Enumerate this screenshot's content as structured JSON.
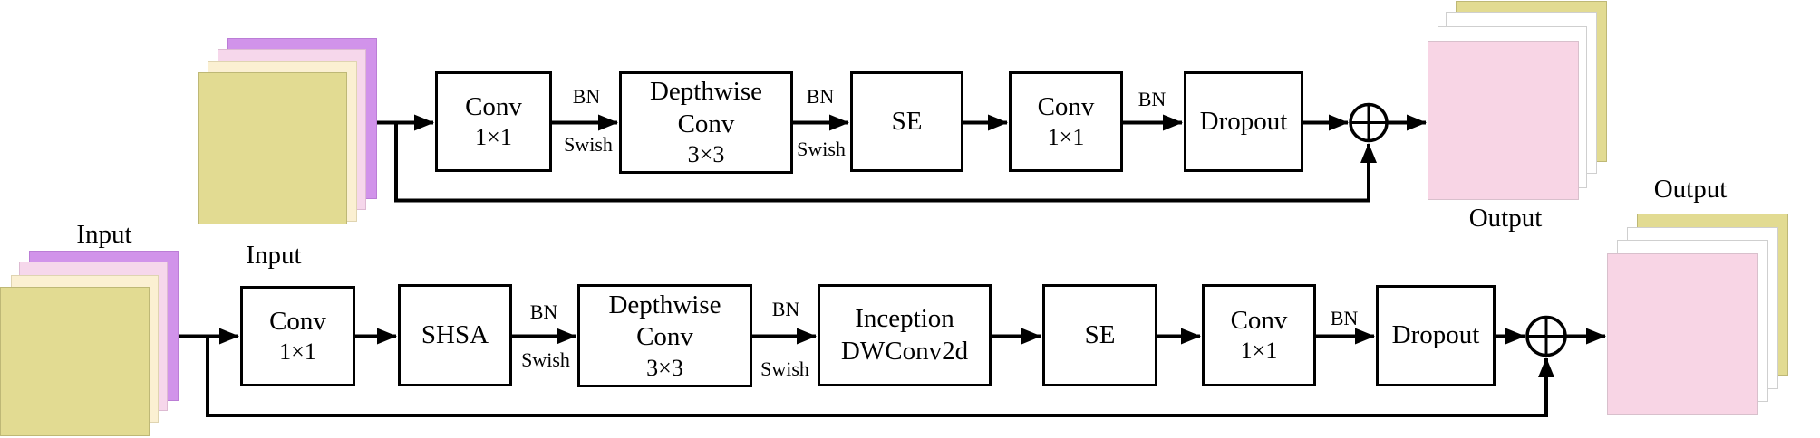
{
  "figure": {
    "colors": {
      "feature_purple": "#d193ea",
      "feature_pink": "#f6d7eb",
      "feature_cream": "#fbf0d2",
      "feature_yellow": "#e2db92",
      "feature_white": "#ffffff",
      "output_pink": "#f8d5e5",
      "line_black": "#000000"
    },
    "icons": {
      "merge_operator": "add-circle ⊕"
    },
    "top": {
      "input_label": "Input",
      "output_label": "Output",
      "conv1": [
        "Conv",
        "1×1"
      ],
      "dwconv": [
        "Depthwise",
        "Conv",
        "3×3"
      ],
      "se": "SE",
      "conv2": [
        "Conv",
        "1×1"
      ],
      "dropout": "Dropout",
      "edges": {
        "e1": {
          "above": "BN",
          "below": "Swish"
        },
        "e2": {
          "above": "BN",
          "below": "Swish"
        },
        "e3": {
          "above": "BN"
        }
      }
    },
    "bottom": {
      "input_label": "Input",
      "output_label": "Output",
      "conv1": [
        "Conv",
        "1×1"
      ],
      "shsa": "SHSA",
      "dwconv": [
        "Depthwise",
        "Conv",
        "3×3"
      ],
      "inception": [
        "Inception",
        "DWConv2d"
      ],
      "se": "SE",
      "conv2": [
        "Conv",
        "1×1"
      ],
      "dropout": "Dropout",
      "edges": {
        "e1": {
          "above": "BN",
          "below": "Swish"
        },
        "e2": {
          "above": "BN",
          "below": "Swish"
        },
        "e3": {
          "above": "BN"
        }
      }
    }
  }
}
